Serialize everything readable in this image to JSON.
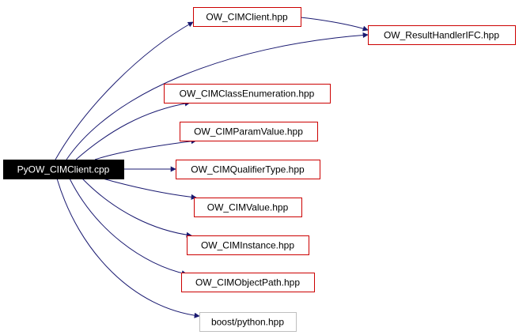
{
  "nodes": [
    {
      "id": "src",
      "label": "PyOW_CIMClient.cpp",
      "style": "root"
    },
    {
      "id": "n1",
      "label": "OW_CIMClient.hpp",
      "style": "red"
    },
    {
      "id": "n2",
      "label": "OW_ResultHandlerIFC.hpp",
      "style": "red"
    },
    {
      "id": "n3",
      "label": "OW_CIMClassEnumeration.hpp",
      "style": "red"
    },
    {
      "id": "n4",
      "label": "OW_CIMParamValue.hpp",
      "style": "red"
    },
    {
      "id": "n5",
      "label": "OW_CIMQualifierType.hpp",
      "style": "red"
    },
    {
      "id": "n6",
      "label": "OW_CIMValue.hpp",
      "style": "red"
    },
    {
      "id": "n7",
      "label": "OW_CIMInstance.hpp",
      "style": "red"
    },
    {
      "id": "n8",
      "label": "OW_CIMObjectPath.hpp",
      "style": "red"
    },
    {
      "id": "n9",
      "label": "boost/python.hpp",
      "style": "gray"
    }
  ],
  "edges": [
    {
      "from": "src",
      "to": "n1"
    },
    {
      "from": "src",
      "to": "n2"
    },
    {
      "from": "n1",
      "to": "n2"
    },
    {
      "from": "src",
      "to": "n3"
    },
    {
      "from": "src",
      "to": "n4"
    },
    {
      "from": "src",
      "to": "n5"
    },
    {
      "from": "src",
      "to": "n6"
    },
    {
      "from": "src",
      "to": "n7"
    },
    {
      "from": "src",
      "to": "n8"
    },
    {
      "from": "src",
      "to": "n9"
    }
  ],
  "colors": {
    "edge": "#191970",
    "red_border": "#cc0000",
    "gray_border": "#bfbfbf",
    "root_fill": "#000000",
    "root_text": "#ffffff",
    "text": "#000000"
  }
}
